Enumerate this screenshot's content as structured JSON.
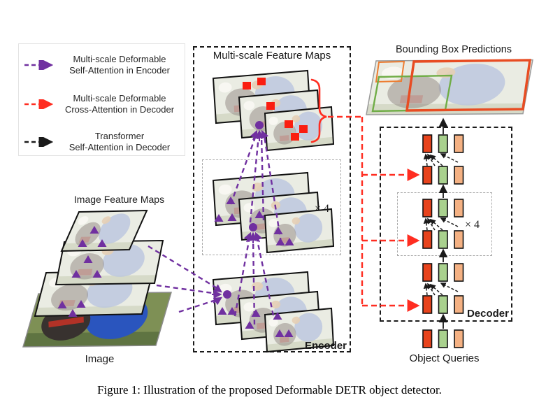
{
  "caption": "Figure 1: Illustration of the proposed Deformable DETR object detector.",
  "legend": {
    "items": [
      {
        "name": "multi-scale-deformable-self-attention-encoder",
        "color": "#7030A0",
        "line1": "Multi-scale Deformable",
        "line2": "Self-Attention in Encoder"
      },
      {
        "name": "multi-scale-deformable-cross-attention-decoder",
        "color": "#FF2D21",
        "line1": "Multi-scale Deformable",
        "line2": "Cross-Attention in Decoder"
      },
      {
        "name": "transformer-self-attention-decoder",
        "color": "#1A1A1A",
        "line1": "Transformer",
        "line2": "Self-Attention in Decoder"
      }
    ]
  },
  "labels": {
    "image_feature_maps": "Image Feature Maps",
    "multi_scale_feature_maps": "Multi-scale Feature Maps",
    "bounding_box_predictions": "Bounding Box Predictions",
    "encoder": "Encoder",
    "decoder": "Decoder",
    "image": "Image",
    "object_queries": "Object Queries",
    "encoder_repeat": "× 4",
    "decoder_repeat": "× 4"
  },
  "colors": {
    "purple_attention": "#7030A0",
    "red_attention": "#FF2D21",
    "black_attention": "#1A1A1A",
    "query_red": "#E8431C",
    "query_green": "#A9D18E",
    "query_peach": "#F4B183",
    "bbox_orange": "#ED7D31",
    "bbox_green": "#70AD47",
    "bbox_red": "#E84C22",
    "sample_point_red": "#FA1D10"
  }
}
